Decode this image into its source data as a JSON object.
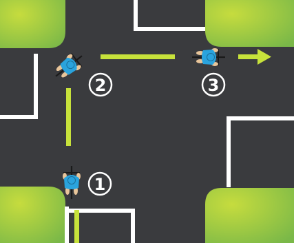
{
  "colors": {
    "asphalt": "#3a3b3e",
    "grass_light": "#c6dc3e",
    "grass_dark": "#7ab848",
    "lane_marking": "#c7e23b",
    "curb": "#ffffff",
    "rider_jersey": "#2aa3dd",
    "bike": "#1a1a1a",
    "skin": "#e8c59a"
  },
  "icons": {
    "cyclist": "cyclist-topdown-icon",
    "direction": "arrow-right-icon"
  },
  "steps": [
    {
      "number": "1",
      "heading": "north"
    },
    {
      "number": "2",
      "heading": "east"
    },
    {
      "number": "3",
      "heading": "east"
    }
  ]
}
